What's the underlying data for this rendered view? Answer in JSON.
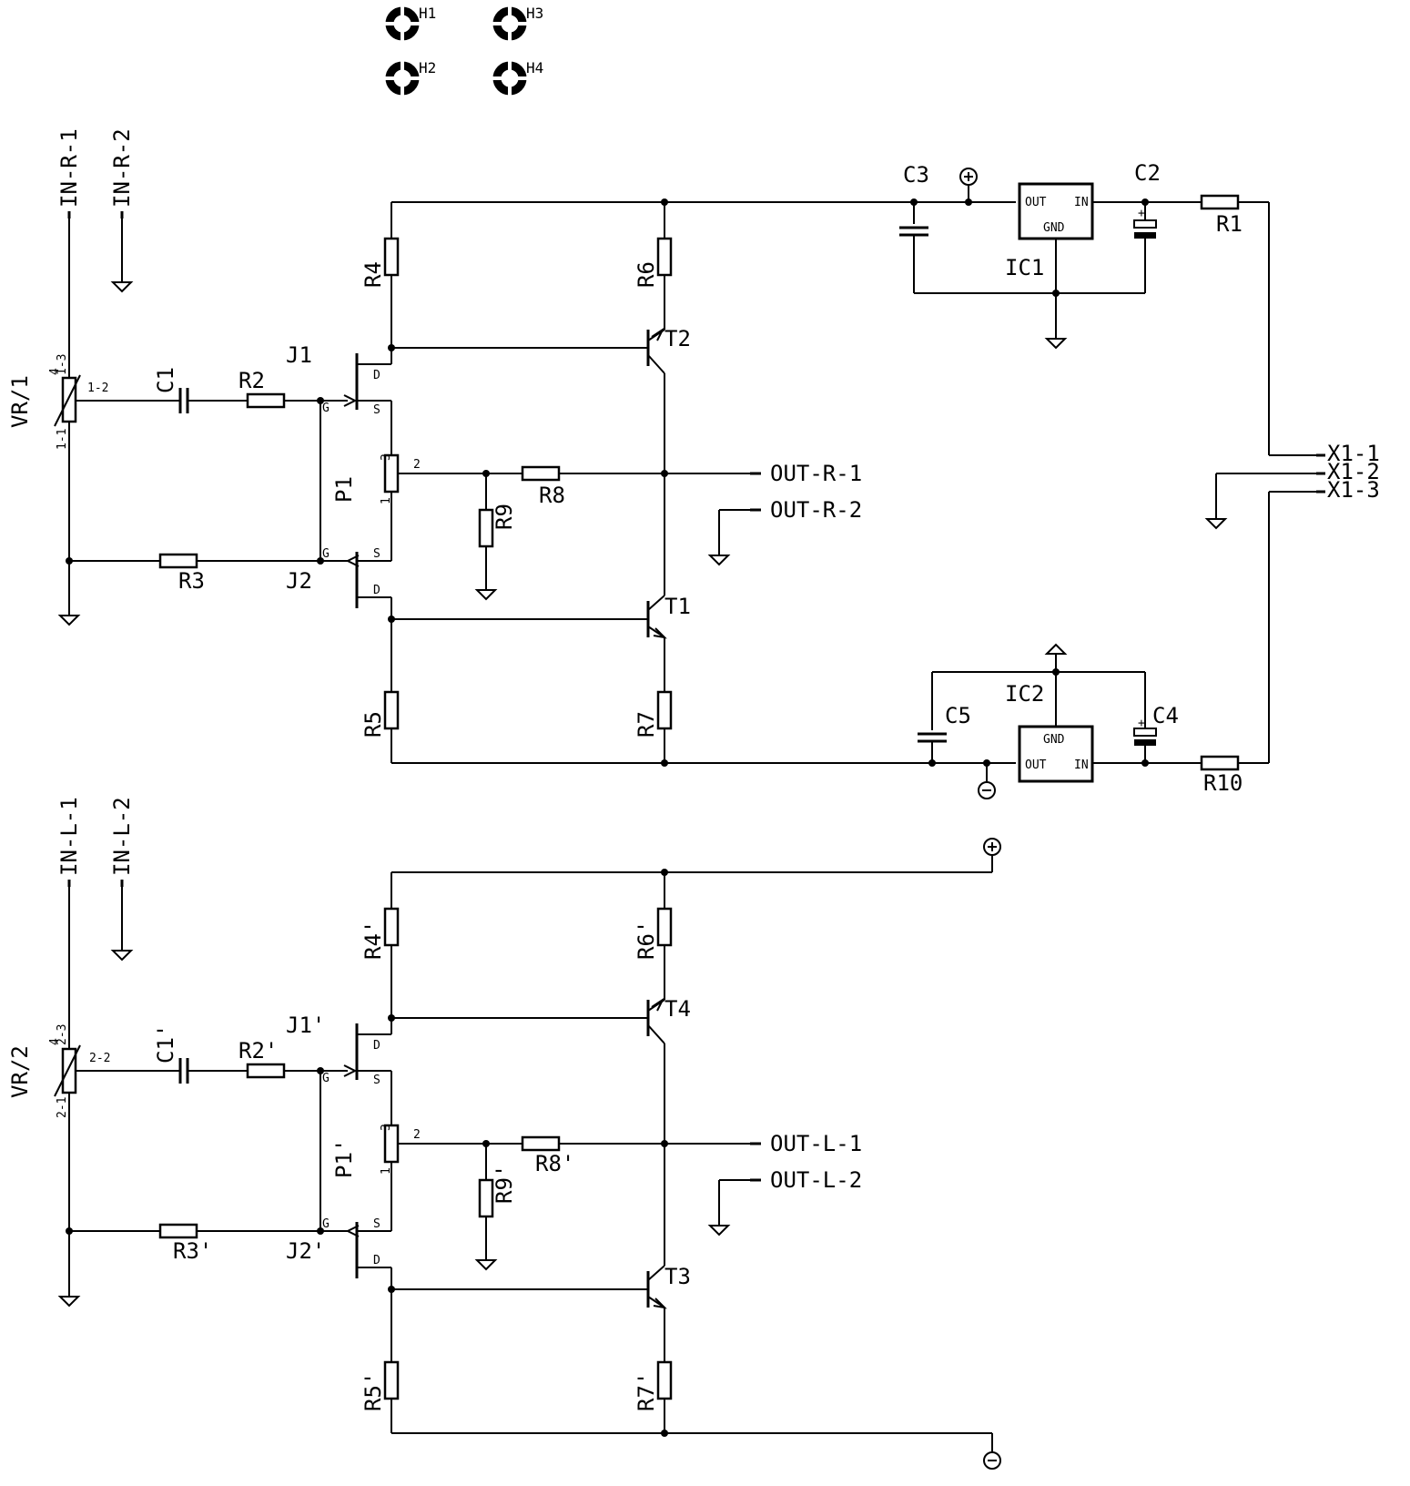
{
  "mounting_holes": [
    "H1",
    "H2",
    "H3",
    "H4"
  ],
  "right_channel": {
    "inputs": [
      "IN-R-1",
      "IN-R-2"
    ],
    "pot": {
      "name": "VR/1",
      "pin_top": "1-3",
      "pin_wiper": "1-2",
      "pin_bottom": "1-1",
      "wiper_mark": "4"
    },
    "capacitor": "C1",
    "resistors": {
      "r1": "R2",
      "r2": "R3",
      "r3": "R4",
      "r4": "R5",
      "r5": "R6",
      "r6": "R7",
      "r7": "R8",
      "r8": "R9"
    },
    "jfets": {
      "upper": "J1",
      "lower": "J2"
    },
    "jfet_pins": {
      "gate": "G",
      "source": "S",
      "drain": "D"
    },
    "trim_pot": {
      "name": "P1",
      "pin1": "1",
      "pin2": "2",
      "pin3": "3"
    },
    "transistors": {
      "upper": "T2",
      "lower": "T1"
    },
    "outputs": [
      "OUT-R-1",
      "OUT-R-2"
    ]
  },
  "left_channel": {
    "inputs": [
      "IN-L-1",
      "IN-L-2"
    ],
    "pot": {
      "name": "VR/2",
      "pin_top": "2-3",
      "pin_wiper": "2-2",
      "pin_bottom": "2-1",
      "wiper_mark": "4"
    },
    "capacitor": "C1'",
    "resistors": {
      "r1": "R2'",
      "r2": "R3'",
      "r3": "R4'",
      "r4": "R5'",
      "r5": "R6'",
      "r6": "R7'",
      "r7": "R8'",
      "r8": "R9'"
    },
    "jfets": {
      "upper": "J1'",
      "lower": "J2'"
    },
    "jfet_pins": {
      "gate": "G",
      "source": "S",
      "drain": "D"
    },
    "trim_pot": {
      "name": "P1'",
      "pin1": "1",
      "pin2": "2",
      "pin3": "3"
    },
    "transistors": {
      "upper": "T4",
      "lower": "T3"
    },
    "outputs": [
      "OUT-L-1",
      "OUT-L-2"
    ]
  },
  "power_supply": {
    "ic1": {
      "name": "IC1",
      "out": "OUT",
      "in": "IN",
      "gnd": "GND"
    },
    "ic2": {
      "name": "IC2",
      "out": "OUT",
      "in": "IN",
      "gnd": "GND"
    },
    "caps": {
      "c2": "C2",
      "c3": "C3",
      "c4": "C4",
      "c5": "C5"
    },
    "polarity_mark": "+",
    "resistors": {
      "r1": "R1",
      "r10": "R10"
    },
    "connector": [
      "X1-1",
      "X1-2",
      "X1-3"
    ],
    "rail_positive": "+",
    "rail_negative": "−"
  }
}
